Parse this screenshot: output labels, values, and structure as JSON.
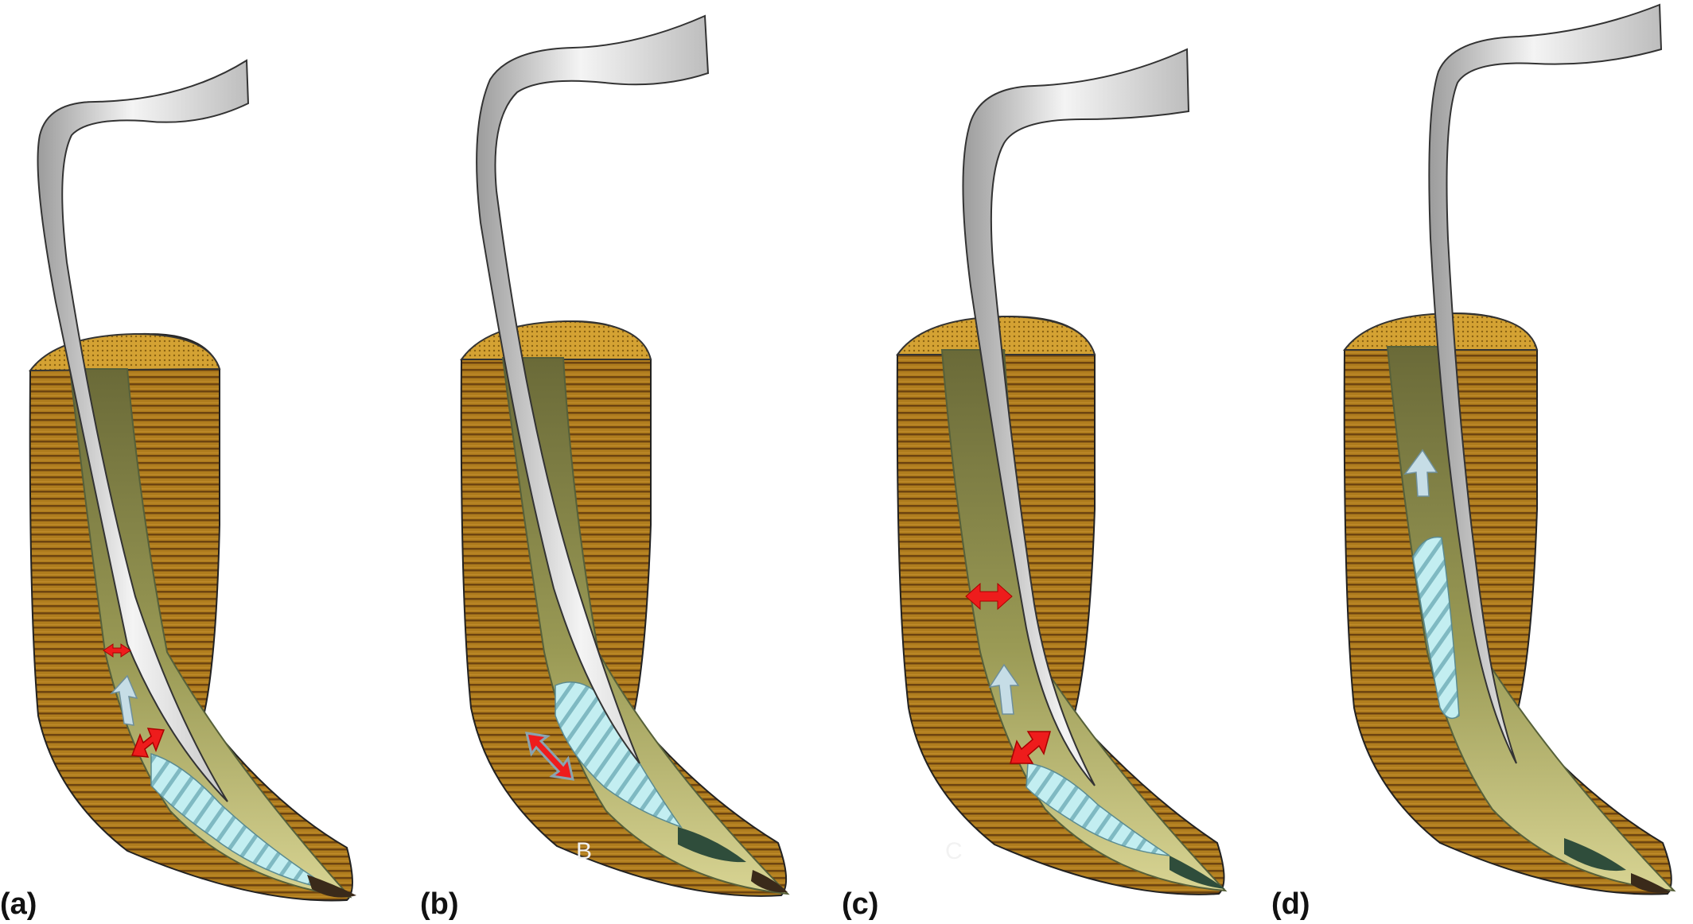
{
  "panels": [
    {
      "label": "(a)",
      "faint_letter": ""
    },
    {
      "label": "(b)",
      "faint_letter": "B"
    },
    {
      "label": "(c)",
      "faint_letter": "C"
    },
    {
      "label": "(d)",
      "faint_letter": ""
    }
  ],
  "colors": {
    "dentin": "#b07d1e",
    "dentin_stripe": "#6d4410",
    "crown_cap": "#c99a2e",
    "canal": "#8f8f4c",
    "canal_light": "#d2cf8a",
    "instrument": "#dadada",
    "file_tip": "#b9ecef",
    "debris": "#3c5a46",
    "arrow_red": "#ee1c1c",
    "arrow_blue": "#c6dde6"
  },
  "icons": [
    "red-double-arrow-icon",
    "blue-up-arrow-icon"
  ]
}
